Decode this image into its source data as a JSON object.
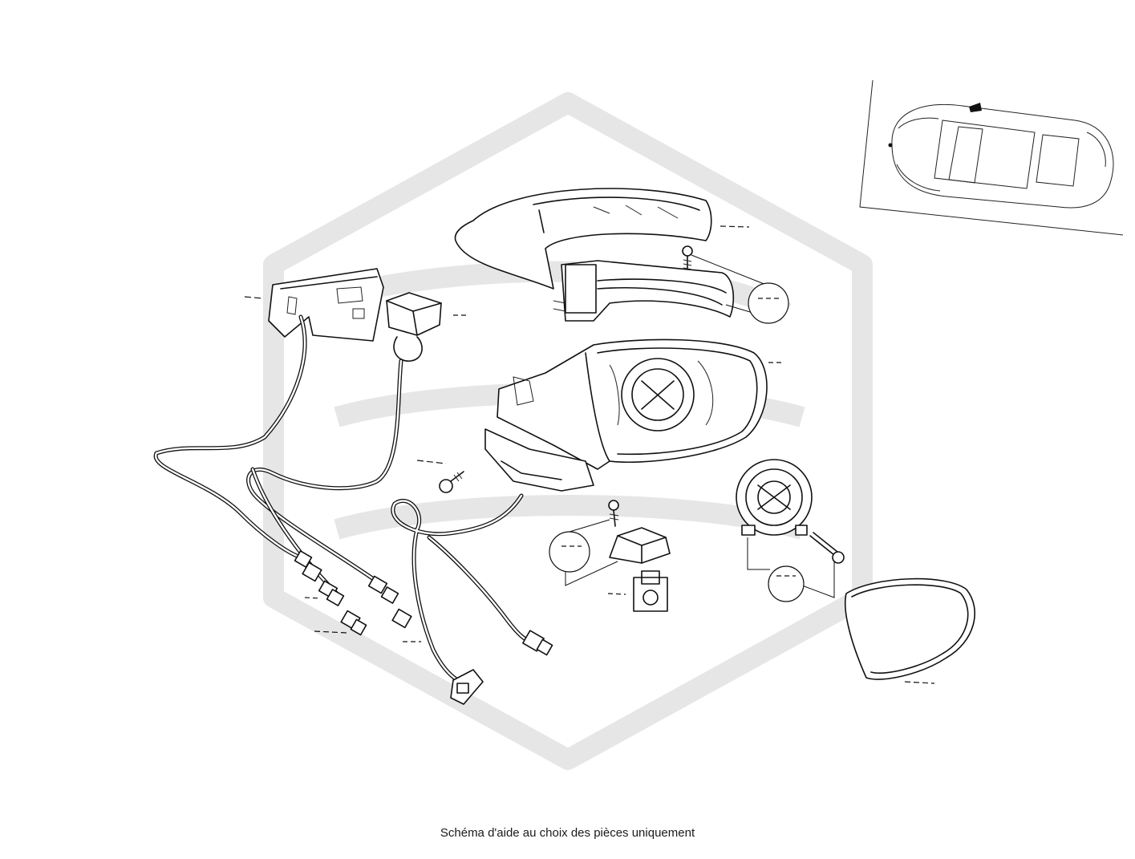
{
  "caption": "Schéma d'aide au choix des pièces uniquement",
  "watermark_color": "#e6e6e6",
  "line_color": "#111111",
  "parts": [
    {
      "name": "mirror-cover"
    },
    {
      "name": "turn-signal-lamp"
    },
    {
      "name": "mirror-housing"
    },
    {
      "name": "mirror-glass"
    },
    {
      "name": "glass-adjust-motor"
    },
    {
      "name": "control-module"
    },
    {
      "name": "puddle-lamp"
    },
    {
      "name": "wiring-harness"
    },
    {
      "name": "camera-sensor"
    },
    {
      "name": "connector"
    },
    {
      "name": "screw"
    }
  ]
}
